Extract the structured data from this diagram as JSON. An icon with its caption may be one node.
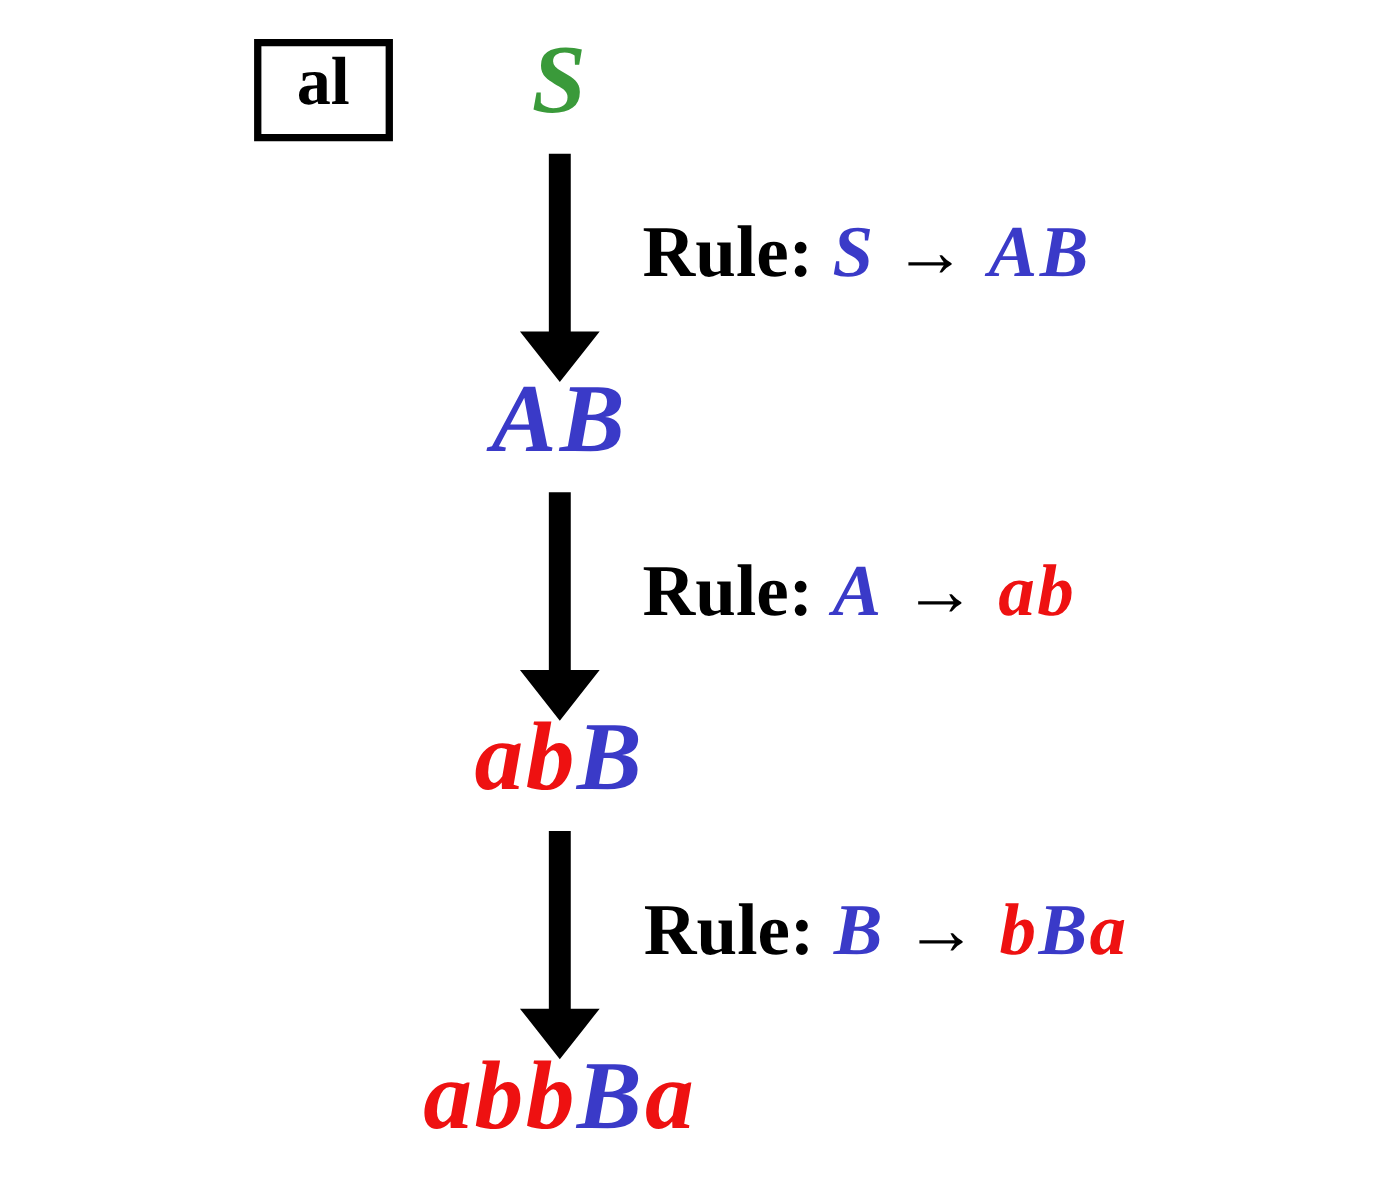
{
  "diagram": {
    "nodes": [
      {
        "text": [
          "al"
        ]
      },
      {
        "text": [
          "S"
        ]
      },
      {
        "text": [
          "AB"
        ]
      },
      {
        "text": [
          "abB"
        ]
      },
      {
        "text": [
          "abbBa"
        ]
      }
    ],
    "edges": [
      {
        "from": 1,
        "to": 2,
        "arrow": "to",
        "label": "Rule: S → AB"
      },
      {
        "from": 2,
        "to": 3,
        "arrow": "to",
        "label": "Rule: A → ab"
      },
      {
        "from": 3,
        "to": 4,
        "arrow": "to",
        "label": "Rule: B → bBa"
      }
    ]
  }
}
